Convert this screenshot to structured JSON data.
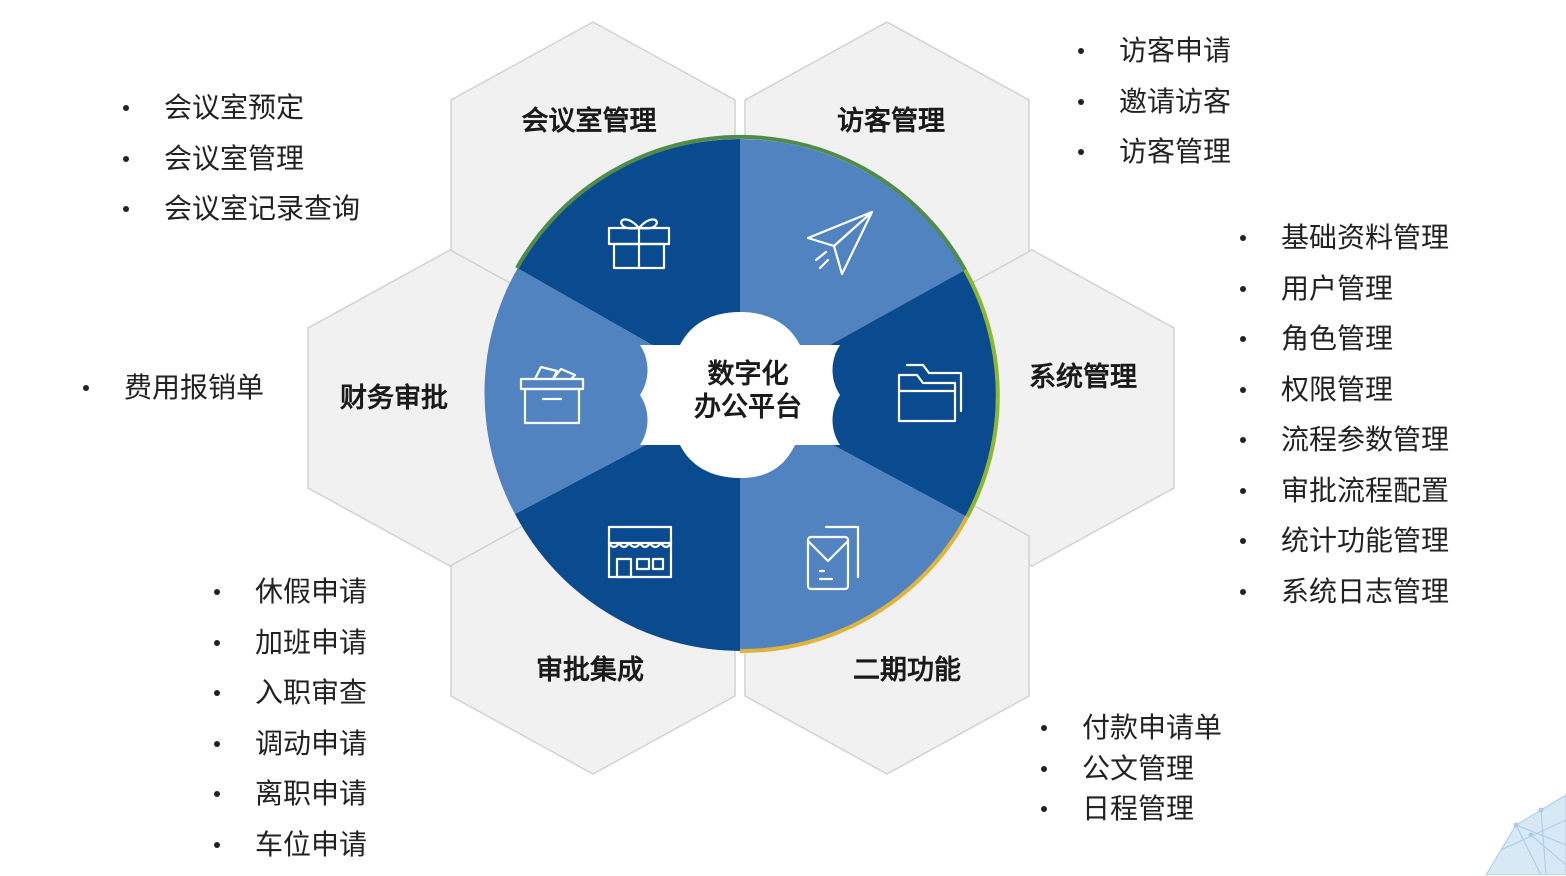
{
  "center": {
    "line1": "数字化",
    "line2": "办公平台"
  },
  "modules": [
    {
      "id": "meeting",
      "title": "会议室管理",
      "icon": "gift-icon",
      "items": [
        "会议室预定",
        "会议室管理",
        "会议室记录查询"
      ]
    },
    {
      "id": "visitor",
      "title": "访客管理",
      "icon": "paper-plane-icon",
      "items": [
        "访客申请",
        "邀请访客",
        "访客管理"
      ]
    },
    {
      "id": "system",
      "title": "系统管理",
      "icon": "folder-icon",
      "items": [
        "基础资料管理",
        "用户管理",
        "角色管理",
        "权限管理",
        "流程参数管理",
        "审批流程配置",
        "统计功能管理",
        "系统日志管理"
      ]
    },
    {
      "id": "phase2",
      "title": "二期功能",
      "icon": "document-icon",
      "items": [
        "付款申请单",
        "公文管理",
        "日程管理"
      ]
    },
    {
      "id": "approval",
      "title": "审批集成",
      "icon": "storefront-icon",
      "items": [
        "休假申请",
        "加班申请",
        "入职审查",
        "调动申请",
        "离职申请",
        "车位申请"
      ]
    },
    {
      "id": "finance",
      "title": "财务审批",
      "icon": "archive-box-icon",
      "items": [
        "费用报销单"
      ]
    }
  ],
  "colors": {
    "hex_fill": "#f1f1f1",
    "hex_stroke": "#d2d2d2",
    "dark_blue": "#0a4a8e",
    "light_blue": "#5083c0",
    "green_outline": "#4f8c4a",
    "lime_outline": "#8cb62e",
    "gold_outline": "#e0b43a"
  }
}
